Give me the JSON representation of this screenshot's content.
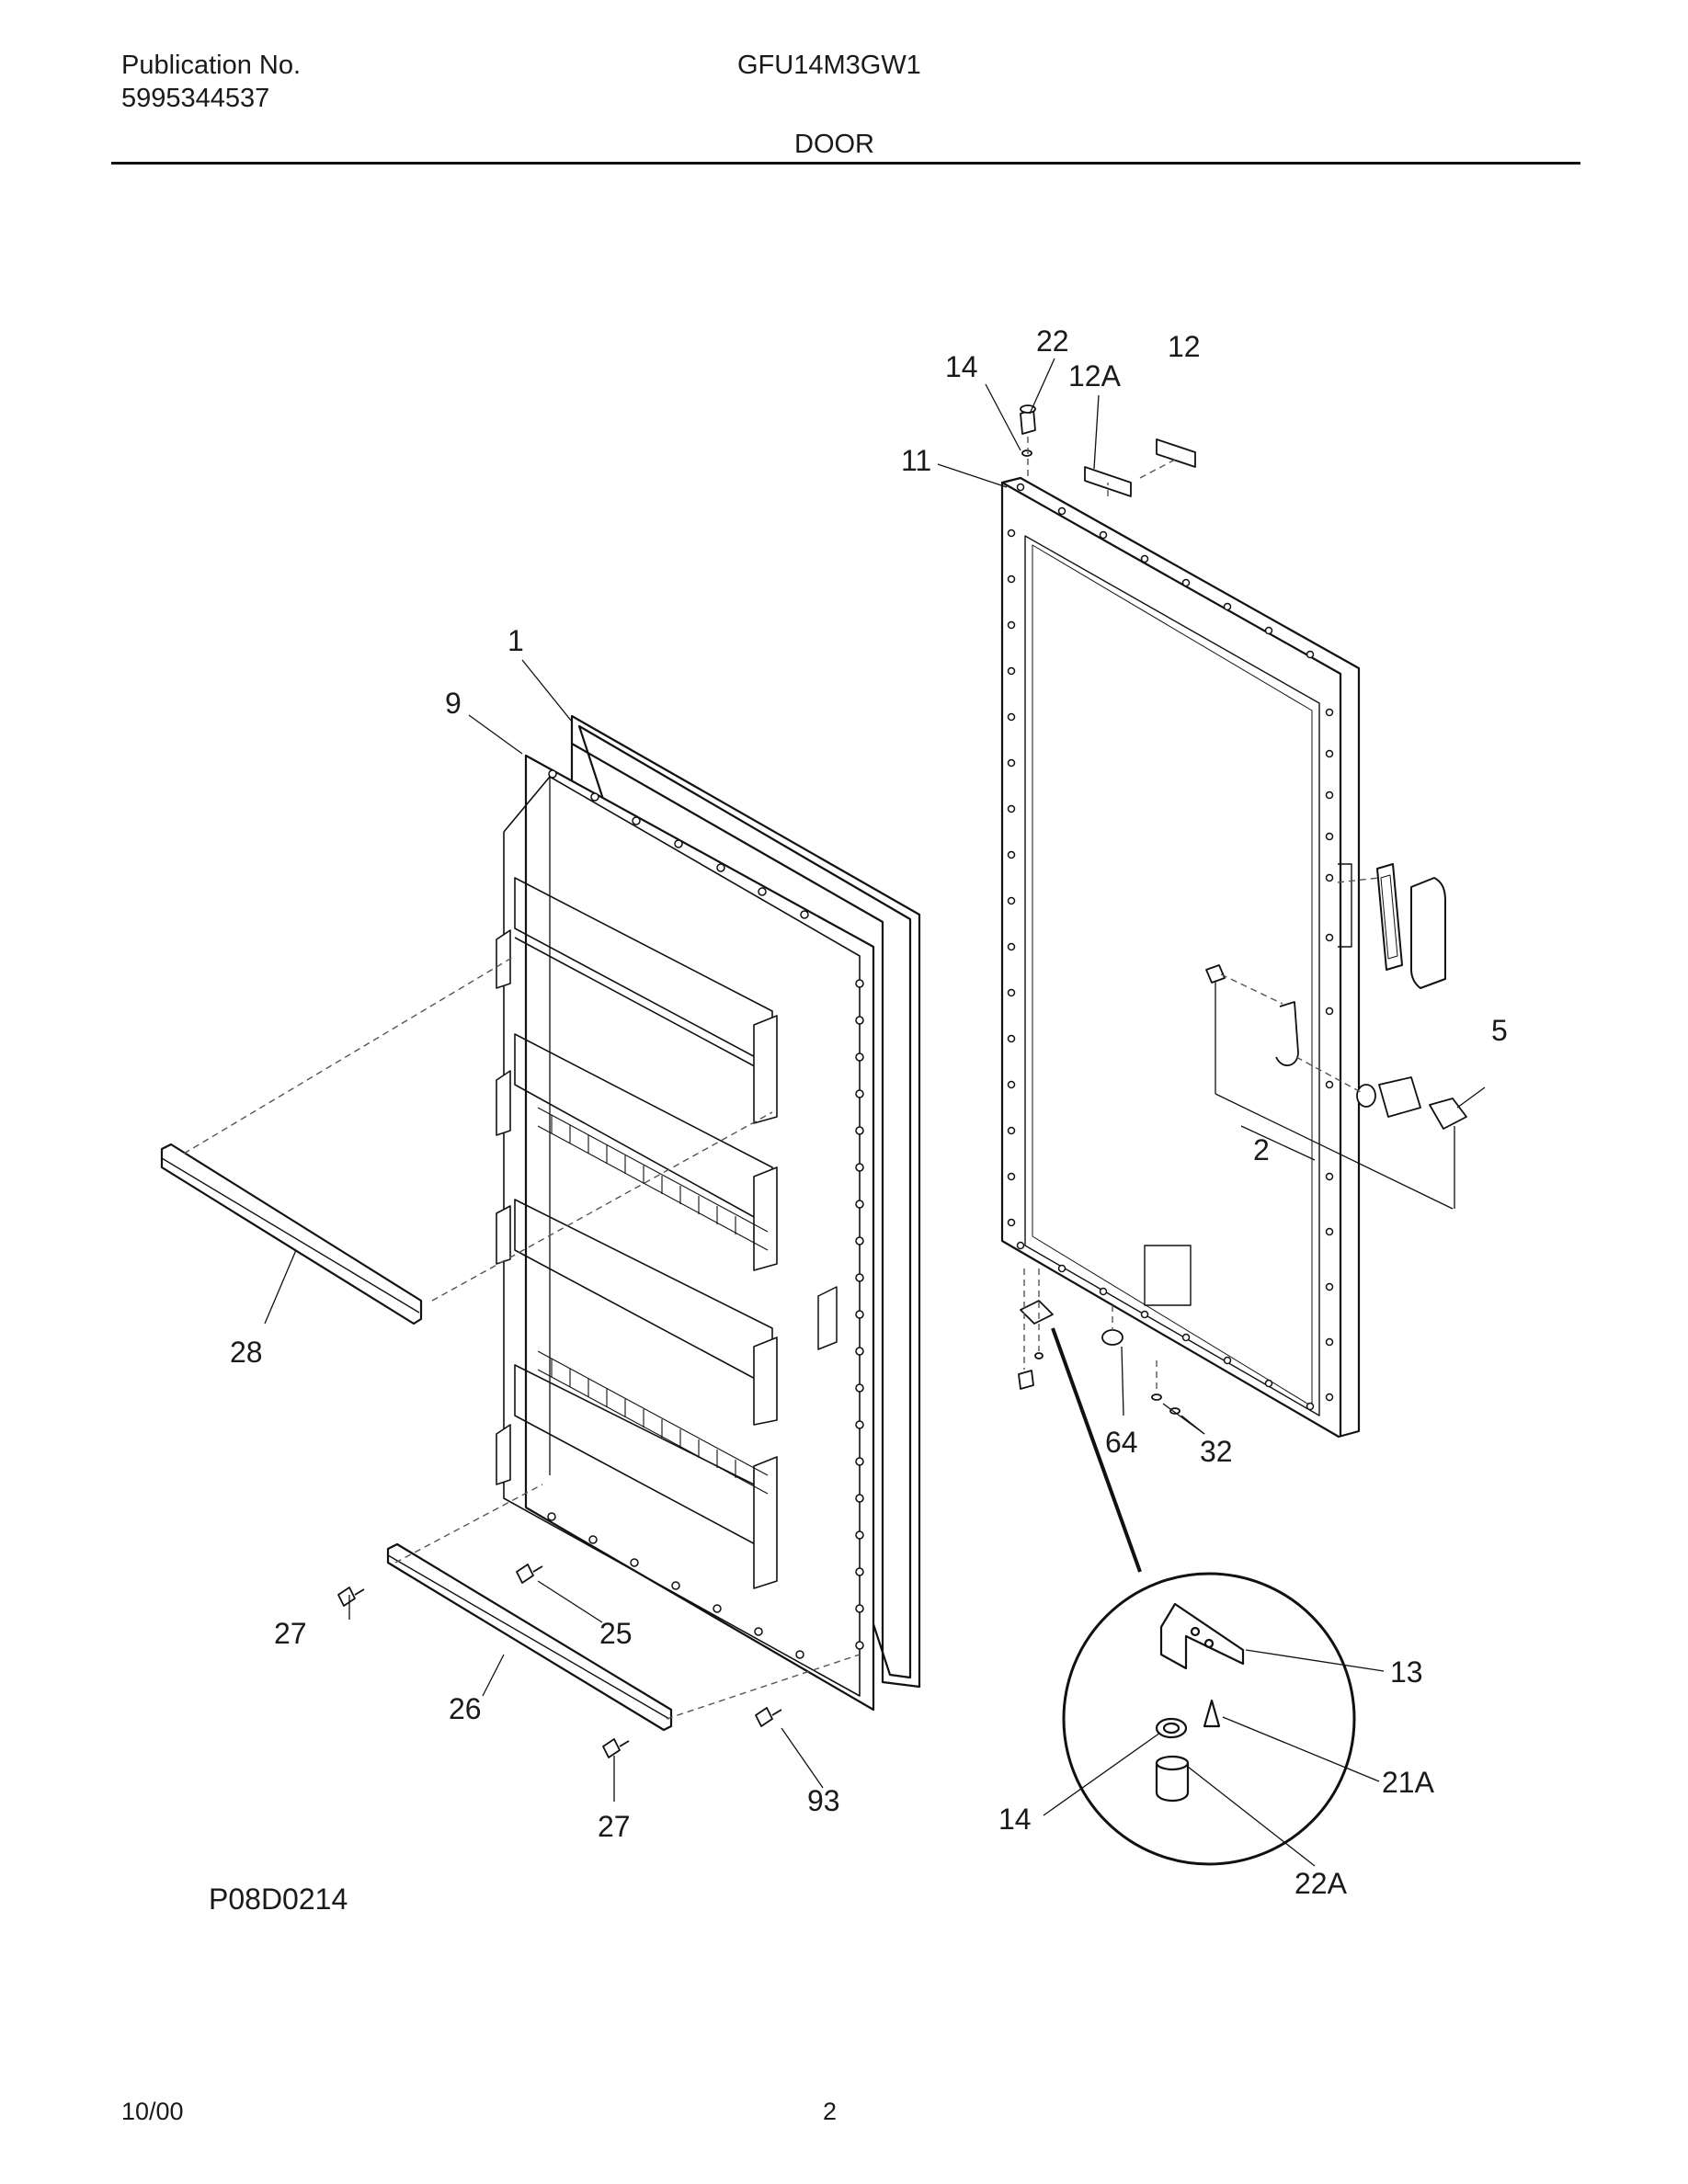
{
  "header": {
    "publication_label": "Publication No.",
    "publication_number": "5995344537",
    "model": "GFU14M3GW1",
    "section": "DOOR"
  },
  "callouts": {
    "c1": "1",
    "c9": "9",
    "c28": "28",
    "c27a": "27",
    "c25": "25",
    "c26": "26",
    "c27b": "27",
    "c93": "93",
    "c14top": "14",
    "c22": "22",
    "c12A": "12A",
    "c12": "12",
    "c11": "11",
    "c5": "5",
    "c2": "2",
    "c64": "64",
    "c32": "32",
    "c13": "13",
    "c21A": "21A",
    "c14bot": "14",
    "c22A": "22A"
  },
  "diagram_code": "P08D0214",
  "footer": {
    "date": "10/00",
    "page": "2"
  }
}
